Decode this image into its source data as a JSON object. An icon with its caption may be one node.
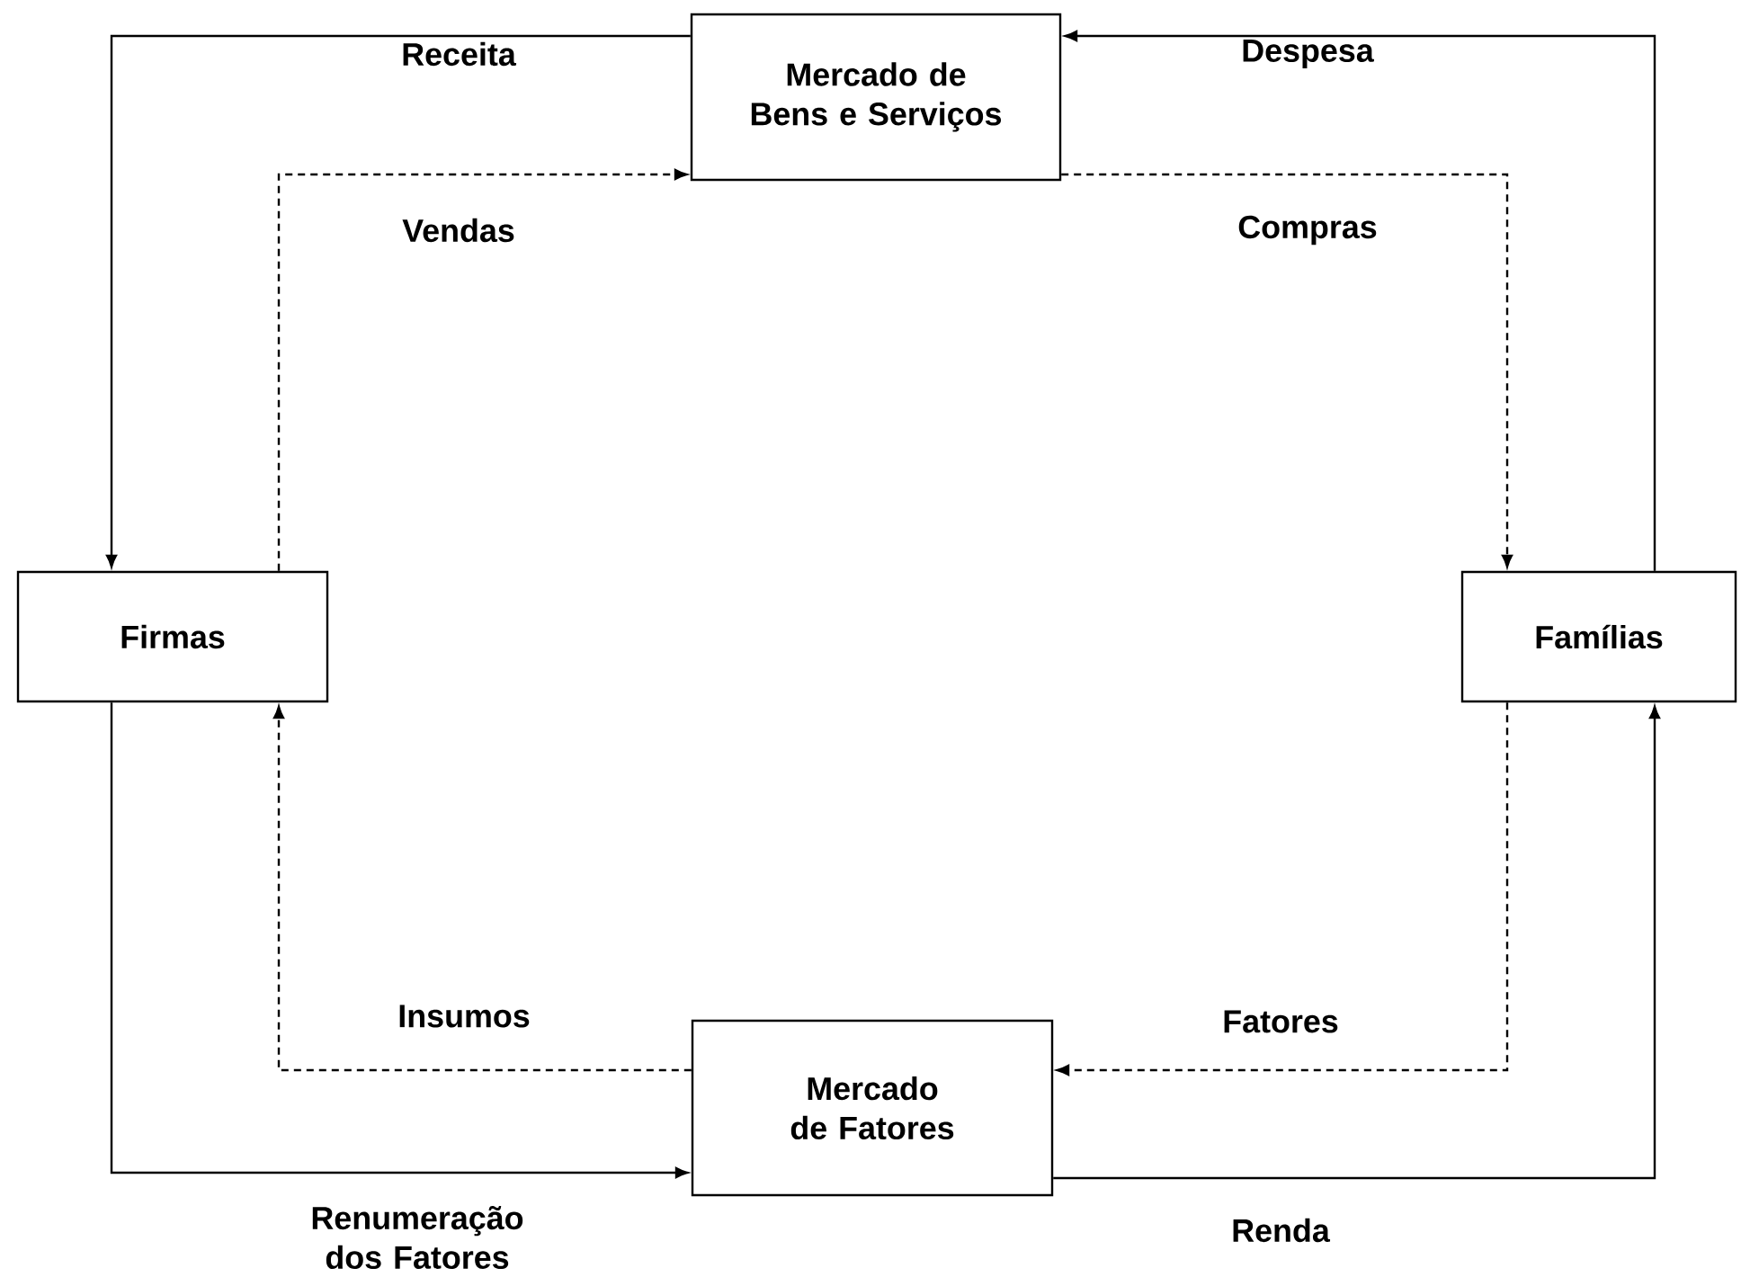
{
  "diagram": {
    "nodes": [
      {
        "text": [
          "Mercado de Bens e Serviços"
        ]
      },
      {
        "text": [
          "Firmas"
        ]
      },
      {
        "text": [
          "Famílias"
        ]
      },
      {
        "text": [
          "Mercado de Fatores"
        ]
      }
    ],
    "edges": [
      {
        "from": 0,
        "to": 1,
        "arrow": "to",
        "label": "Receita"
      },
      {
        "from": 1,
        "to": 0,
        "arrow": "to",
        "label": "Vendas",
        "style": "dashed"
      },
      {
        "from": 2,
        "to": 0,
        "arrow": "to",
        "label": "Despesa"
      },
      {
        "from": 0,
        "to": 2,
        "arrow": "to",
        "label": "Compras",
        "style": "dashed"
      },
      {
        "from": 3,
        "to": 1,
        "arrow": "to",
        "label": "Insumos",
        "style": "dashed"
      },
      {
        "from": 1,
        "to": 3,
        "arrow": "to",
        "label": "Renumeração dos Fatores"
      },
      {
        "from": 2,
        "to": 3,
        "arrow": "to",
        "label": "Fatores",
        "style": "dashed"
      },
      {
        "from": 3,
        "to": 2,
        "arrow": "to",
        "label": "Renda"
      }
    ]
  }
}
